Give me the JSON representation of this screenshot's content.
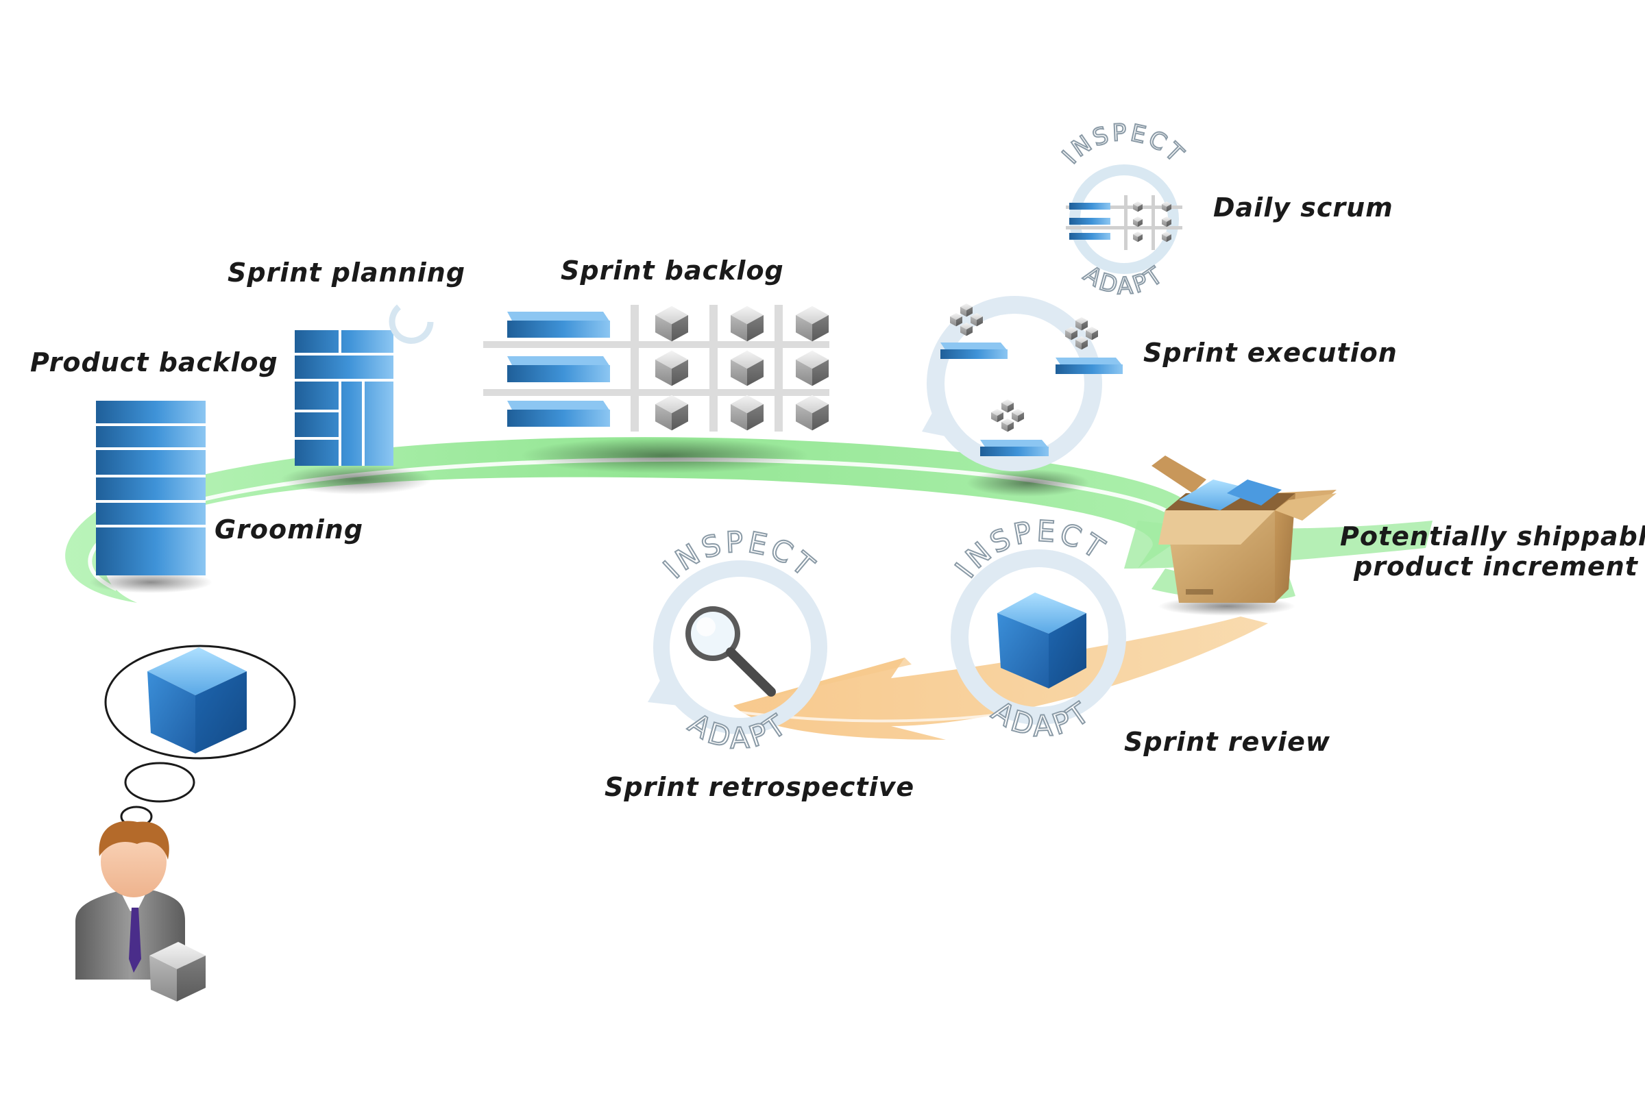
{
  "labels": {
    "product_backlog": "Product backlog",
    "sprint_planning": "Sprint planning",
    "sprint_backlog": "Sprint backlog",
    "daily_scrum": "Daily scrum",
    "sprint_execution": "Sprint execution",
    "grooming": "Grooming",
    "increment_line1": "Potentially shippable",
    "increment_line2": "product increment",
    "sprint_review": "Sprint review",
    "sprint_retrospective": "Sprint retrospective"
  },
  "cycle_text": {
    "inspect": "INSPECT",
    "adapt": "ADAPT"
  },
  "colors": {
    "green_arc": "#90e890",
    "orange_arrow": "#f7c98a",
    "blue_block": "#3a8fd6",
    "ring": "#d9e8f2"
  }
}
